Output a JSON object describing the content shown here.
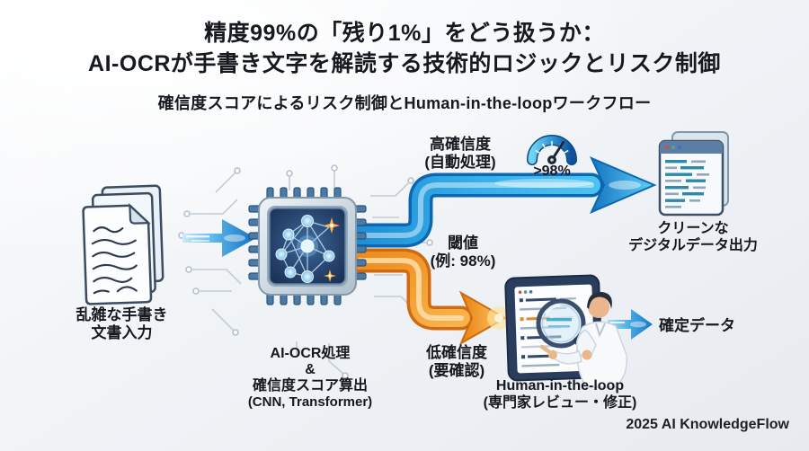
{
  "header": {
    "title_line1": "精度99%の「残り1%」をどう扱うか：",
    "title_line2": "AI-OCRが手書き文字を解読する技術的ロジックとリスク制御",
    "subtitle": "確信度スコアによるリスク制御とHuman-in-the-loopワークフロー"
  },
  "flow": {
    "input": {
      "line1": "乱雑な手書き",
      "line2": "文書入力"
    },
    "processor": {
      "line1": "AI-OCR処理",
      "line2": "&",
      "line3": "確信度スコア算出",
      "line4": "(CNN, Transformer)"
    },
    "high_confidence": {
      "line1": "高確信度",
      "line2": "(自動処理)",
      "gauge_value": ">98%"
    },
    "threshold": {
      "line1": "閾値",
      "line2": "(例: 98%)"
    },
    "low_confidence": {
      "line1": "低確信度",
      "line2": "(要確認)"
    },
    "clean_output": {
      "line1": "クリーンな",
      "line2": "デジタルデータ出力"
    },
    "human_review": {
      "line1": "Human-in-the-loop",
      "line2": "(専門家レビュー・修正)"
    },
    "final_output": {
      "label": "確定データ"
    }
  },
  "footer": {
    "credit": "2025 AI KnowledgeFlow"
  },
  "icons": {
    "input": "handwritten-documents-icon",
    "input_arrow": "flow-arrow-icon",
    "processor": "ai-chip-neural-network-icon",
    "high_branch": "high-confidence-pipe-arrow",
    "low_branch": "low-confidence-pipe-arrow",
    "gauge": "confidence-gauge-icon",
    "clean_output": "clean-document-window-icon",
    "human_review": "expert-review-tablet-icon",
    "final_arrow": "flow-arrow-icon"
  },
  "colors": {
    "background_top": "#fbfcfd",
    "background_bottom": "#e7ebf0",
    "title_text": "#161a1f",
    "high_confidence_blue": "#1a82cc",
    "low_confidence_orange": "#f08c1f",
    "chip_screen_navy": "#203354",
    "gauge_blue": "#1257a6",
    "circuit_trace": "#c2cdd8"
  }
}
